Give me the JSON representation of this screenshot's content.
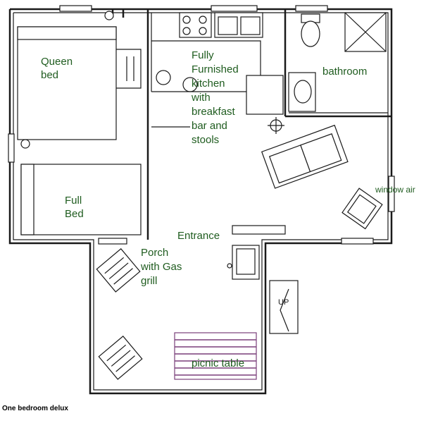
{
  "rooms": {
    "queen_bed": [
      "Queen",
      "bed"
    ],
    "full_bed": [
      "Full",
      "Bed"
    ],
    "kitchen": [
      "Fully",
      "Furnished",
      "kitchen",
      "with",
      "breakfast",
      "bar and",
      "stools"
    ],
    "bathroom": "bathroom",
    "window_air": "window air",
    "entrance": "Entrance",
    "porch": [
      "Porch",
      "with Gas",
      "grill"
    ],
    "stairs_up": "UP",
    "picnic_table": "picnic table"
  },
  "caption": "One bedroom delux",
  "colors": {
    "label_green": "#1f5c1f",
    "wall": "#1a1a1a",
    "picnic_table": "#7a3f7a"
  }
}
